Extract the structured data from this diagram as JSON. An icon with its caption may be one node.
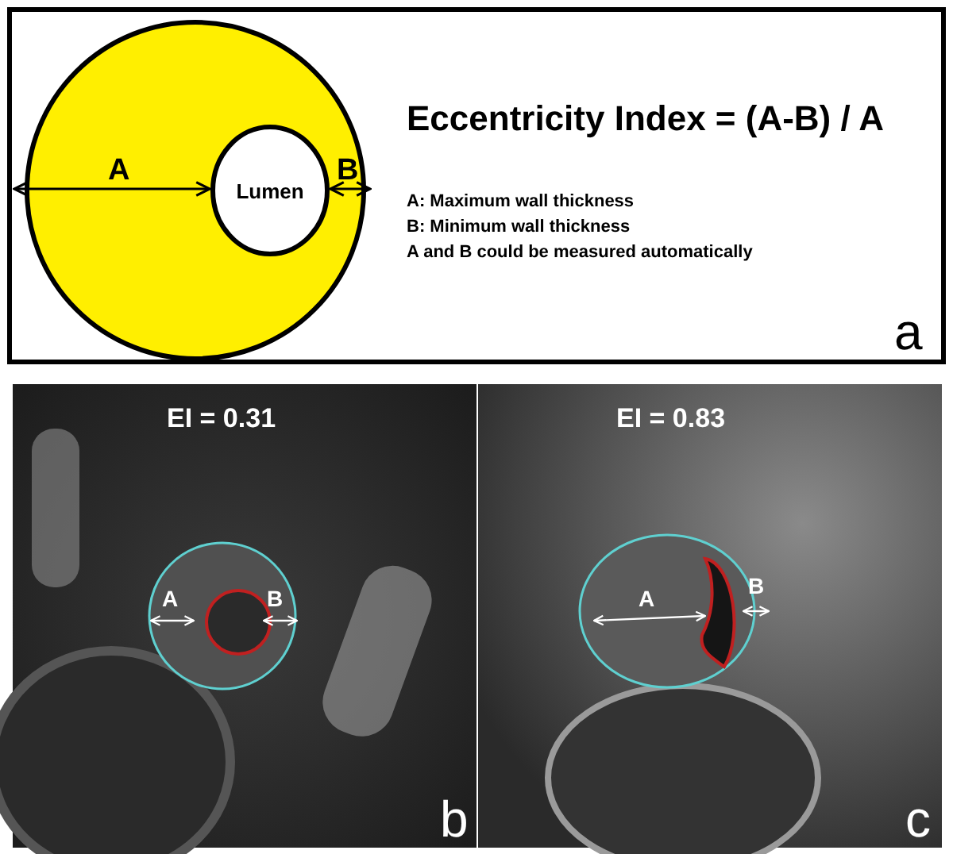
{
  "diagram": {
    "nodes": [
      {
        "text": [
          "Lumen"
        ]
      }
    ],
    "labels": [
      "A",
      "B",
      "Eccentricity Index = (A-B) / A",
      "A: Maximum wall thickness",
      "B: Minimum wall thickness",
      "A and B could be measured automatically",
      "a",
      "EI = 0.31",
      "A",
      "B",
      "b",
      "EI = 0.83",
      "A",
      "B",
      "c"
    ]
  }
}
